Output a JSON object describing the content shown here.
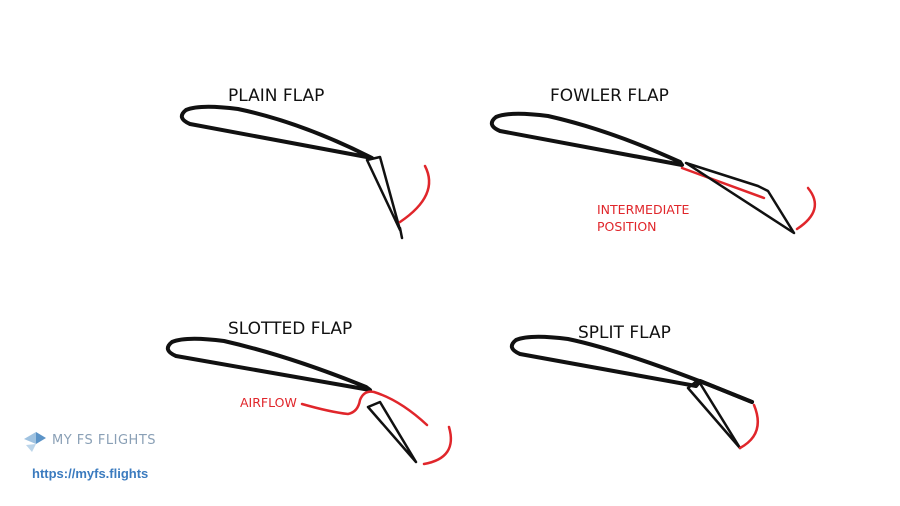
{
  "diagrams": {
    "plain": {
      "title": "PLAIN FLAP"
    },
    "fowler": {
      "title": "FOWLER FLAP",
      "annotation_line1": "INTERMEDIATE",
      "annotation_line2": "POSITION"
    },
    "slotted": {
      "title": "SLOTTED FLAP",
      "annotation": "AIRFLOW"
    },
    "split": {
      "title": "SPLIT FLAP"
    }
  },
  "branding": {
    "logo_icon": "airplane-logo-icon",
    "name": "MY FS FLIGHTS",
    "url": "https://myfs.flights"
  },
  "colors": {
    "outline": "#111111",
    "deflection": "#e0262b",
    "brand": "#8aa0b6",
    "url": "#3b7bbf"
  }
}
